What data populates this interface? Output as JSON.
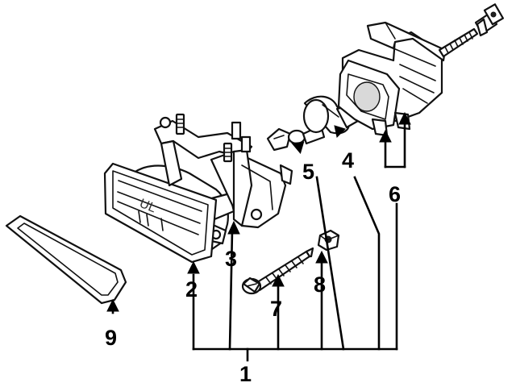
{
  "diagram": {
    "callouts": {
      "c1": "1",
      "c2": "2",
      "c3": "3",
      "c4": "4",
      "c5": "5",
      "c6": "6",
      "c7": "7",
      "c8": "8",
      "c9": "9"
    },
    "lens_marking": "UL"
  }
}
